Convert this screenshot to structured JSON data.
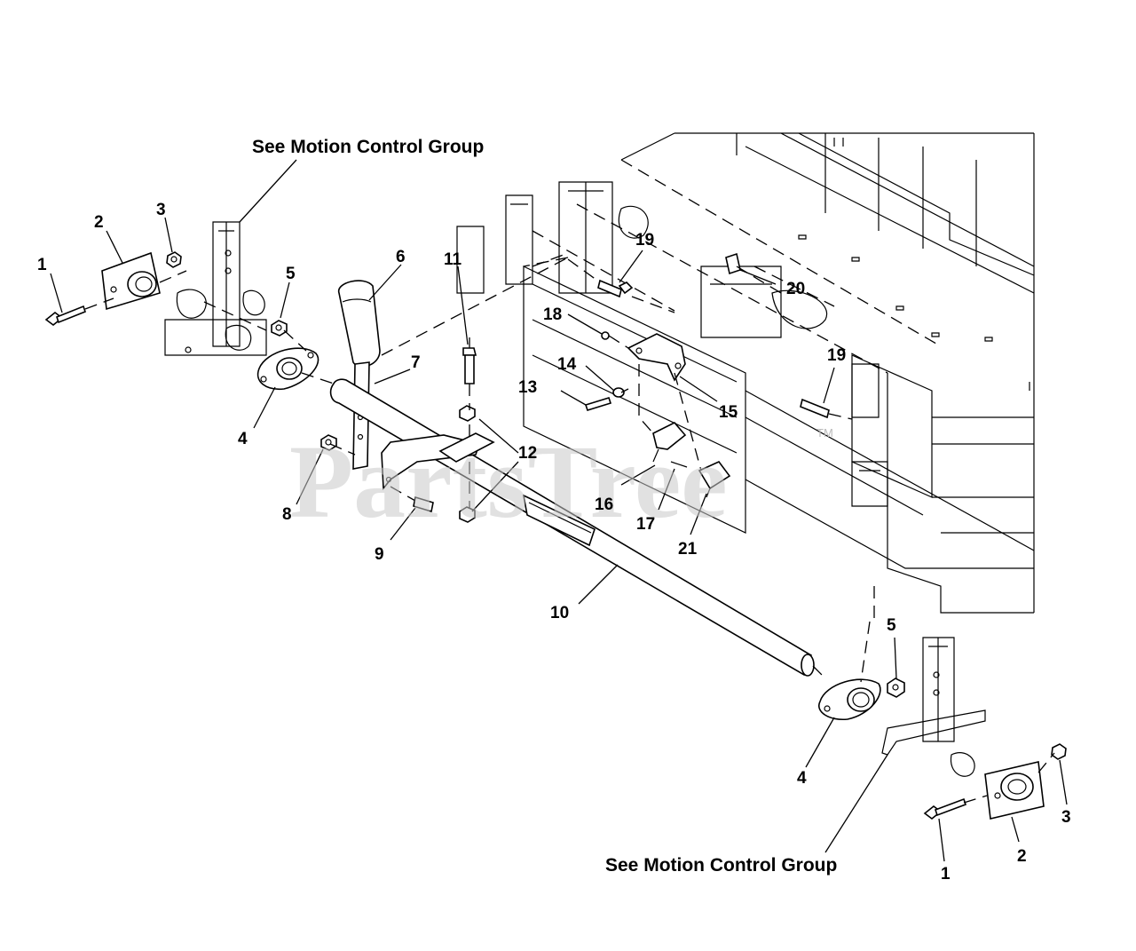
{
  "watermark": {
    "text": "PartsTree",
    "trademark": "TM"
  },
  "references": {
    "top": "See Motion Control Group",
    "bottom": "See Motion Control Group"
  },
  "callouts": {
    "c1a": "1",
    "c2a": "2",
    "c3a": "3",
    "c4a": "4",
    "c5a": "5",
    "c6": "6",
    "c7": "7",
    "c8": "8",
    "c9": "9",
    "c10": "10",
    "c11": "11",
    "c12": "12",
    "c13": "13",
    "c14": "14",
    "c15": "15",
    "c16": "16",
    "c17": "17",
    "c18": "18",
    "c19a": "19",
    "c19b": "19",
    "c20": "20",
    "c21": "21",
    "c1b": "1",
    "c2b": "2",
    "c3b": "3",
    "c4b": "4",
    "c5b": "5"
  }
}
